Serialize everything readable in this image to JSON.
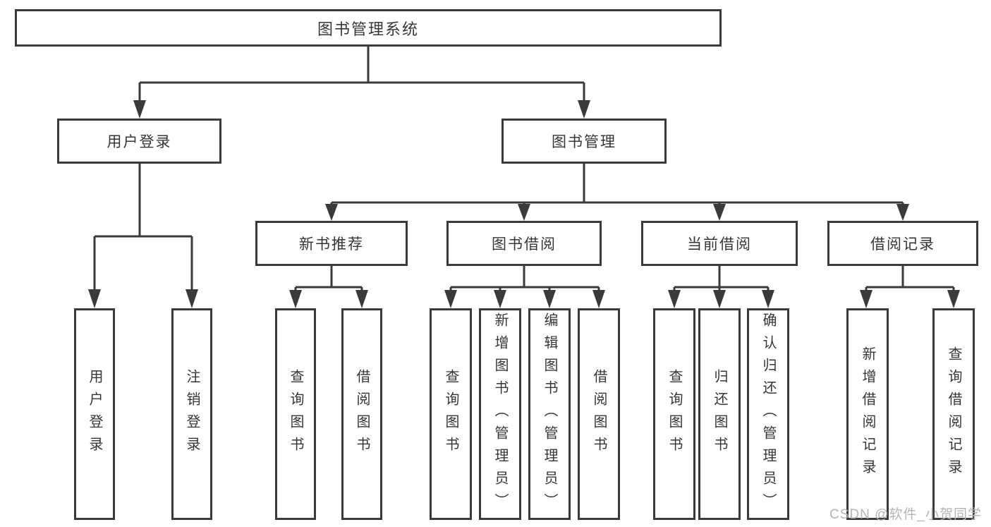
{
  "colors": {
    "line": "#3a3a3a",
    "border": "#3a3a3a",
    "text": "#363636",
    "background": "#ffffff",
    "watermark": "#b5b5b5"
  },
  "watermark": {
    "text": "CSDN @软件_小贺同学"
  },
  "tree": {
    "label": "图书管理系统",
    "children": [
      {
        "label": "用户登录",
        "children": [
          {
            "label": "用户登录"
          },
          {
            "label": "注销登录"
          }
        ]
      },
      {
        "label": "图书管理",
        "children": [
          {
            "label": "新书推荐",
            "children": [
              {
                "label": "查询图书"
              },
              {
                "label": "借阅图书"
              }
            ]
          },
          {
            "label": "图书借阅",
            "children": [
              {
                "label": "查询图书"
              },
              {
                "label": "新增图书（管理员）"
              },
              {
                "label": "编辑图书（管理员）"
              },
              {
                "label": "借阅图书"
              }
            ]
          },
          {
            "label": "当前借阅",
            "children": [
              {
                "label": "查询图书"
              },
              {
                "label": "归还图书"
              },
              {
                "label": "确认归还（管理员）"
              }
            ]
          },
          {
            "label": "借阅记录",
            "children": [
              {
                "label": "新增借阅记录"
              },
              {
                "label": "查询借阅记录"
              }
            ]
          }
        ]
      }
    ]
  }
}
